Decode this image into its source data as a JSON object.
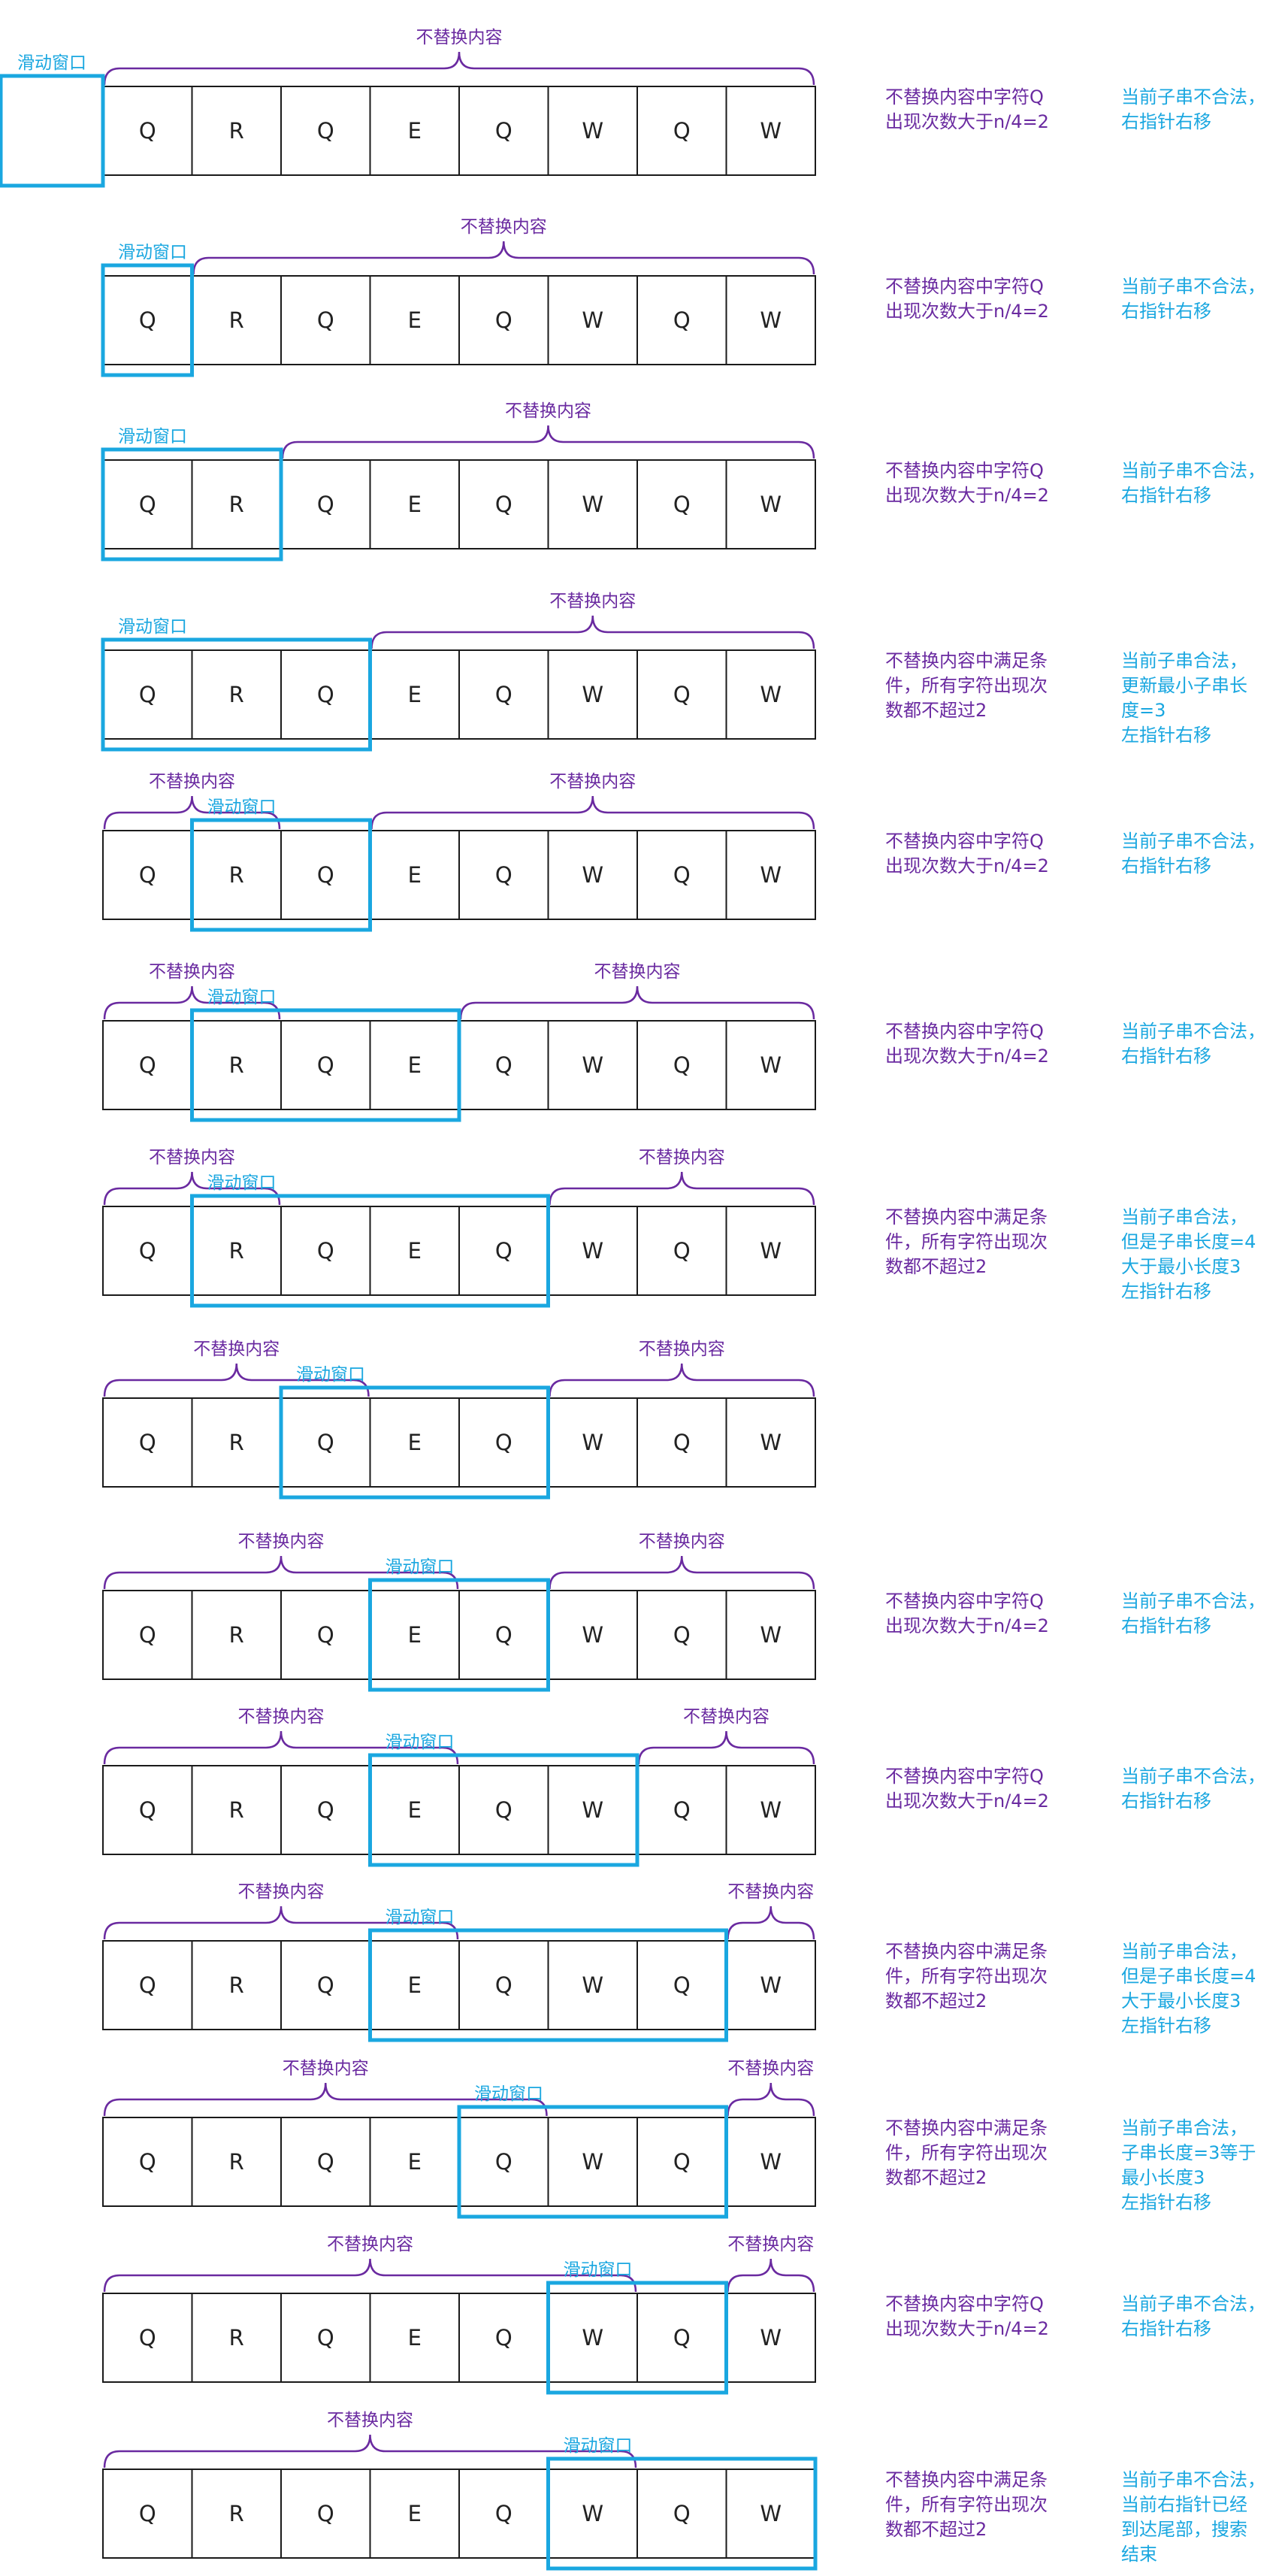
{
  "labels": {
    "keep": "不替换内容",
    "window": "滑动窗口"
  },
  "colors": {
    "brace": "#6a2aa0",
    "window": "#1aa7e0",
    "cell_border": "#1a1a1a",
    "text": "#222222"
  },
  "string": [
    "Q",
    "R",
    "Q",
    "E",
    "Q",
    "W",
    "Q",
    "W"
  ],
  "steps": [
    {
      "window": [
        0,
        0
      ],
      "braces": [
        [
          0,
          7
        ]
      ],
      "note_left": [
        "不替换内容中字符Q",
        "出现次数大于n/4=2"
      ],
      "note_right": [
        "当前子串不合法，",
        "右指针右移"
      ]
    },
    {
      "window": [
        0,
        1
      ],
      "braces": [
        [
          1,
          7
        ]
      ],
      "note_left": [
        "不替换内容中字符Q",
        "出现次数大于n/4=2"
      ],
      "note_right": [
        "当前子串不合法，",
        "右指针右移"
      ]
    },
    {
      "window": [
        0,
        2
      ],
      "braces": [
        [
          2,
          7
        ]
      ],
      "note_left": [
        "不替换内容中字符Q",
        "出现次数大于n/4=2"
      ],
      "note_right": [
        "当前子串不合法，",
        "右指针右移"
      ]
    },
    {
      "window": [
        0,
        3
      ],
      "braces": [
        [
          3,
          7
        ]
      ],
      "note_left": [
        "不替换内容中满足条",
        "件，所有字符出现次",
        "数都不超过2"
      ],
      "note_right": [
        "当前子串合法，",
        "更新最小子串长",
        "度=3",
        "左指针右移"
      ]
    },
    {
      "window": [
        1,
        3
      ],
      "braces": [
        [
          0,
          1
        ],
        [
          3,
          7
        ]
      ],
      "note_left": [
        "不替换内容中字符Q",
        "出现次数大于n/4=2"
      ],
      "note_right": [
        "当前子串不合法，",
        "右指针右移"
      ]
    },
    {
      "window": [
        1,
        4
      ],
      "braces": [
        [
          0,
          1
        ],
        [
          4,
          7
        ]
      ],
      "note_left": [
        "不替换内容中字符Q",
        "出现次数大于n/4=2"
      ],
      "note_right": [
        "当前子串不合法，",
        "右指针右移"
      ]
    },
    {
      "window": [
        1,
        5
      ],
      "braces": [
        [
          0,
          1
        ],
        [
          5,
          7
        ]
      ],
      "note_left": [
        "不替换内容中满足条",
        "件，所有字符出现次",
        "数都不超过2"
      ],
      "note_right": [
        "当前子串合法，",
        "但是子串长度=4",
        "大于最小长度3",
        "左指针右移"
      ]
    },
    {
      "window": [
        2,
        5
      ],
      "braces": [
        [
          0,
          2
        ],
        [
          5,
          7
        ]
      ],
      "note_left": [],
      "note_right": []
    },
    {
      "window": [
        3,
        5
      ],
      "braces": [
        [
          0,
          3
        ],
        [
          5,
          7
        ]
      ],
      "note_left": [
        "不替换内容中字符Q",
        "出现次数大于n/4=2"
      ],
      "note_right": [
        "当前子串不合法，",
        "右指针右移"
      ]
    },
    {
      "window": [
        3,
        6
      ],
      "braces": [
        [
          0,
          3
        ],
        [
          6,
          7
        ]
      ],
      "note_left": [
        "不替换内容中字符Q",
        "出现次数大于n/4=2"
      ],
      "note_right": [
        "当前子串不合法，",
        "右指针右移"
      ]
    },
    {
      "window": [
        3,
        7
      ],
      "braces": [
        [
          0,
          3
        ],
        [
          7,
          7
        ]
      ],
      "note_left": [
        "不替换内容中满足条",
        "件，所有字符出现次",
        "数都不超过2"
      ],
      "note_right": [
        "当前子串合法，",
        "但是子串长度=4",
        "大于最小长度3",
        "左指针右移"
      ]
    },
    {
      "window": [
        4,
        7
      ],
      "braces": [
        [
          0,
          4
        ],
        [
          7,
          7
        ]
      ],
      "note_left": [
        "不替换内容中满足条",
        "件，所有字符出现次",
        "数都不超过2"
      ],
      "note_right": [
        "当前子串合法，",
        "子串长度=3等于",
        "最小长度3",
        "左指针右移"
      ]
    },
    {
      "window": [
        5,
        7
      ],
      "braces": [
        [
          0,
          5
        ],
        [
          7,
          7
        ]
      ],
      "note_left": [
        "不替换内容中字符Q",
        "出现次数大于n/4=2"
      ],
      "note_right": [
        "当前子串不合法，",
        "右指针右移"
      ]
    },
    {
      "window": [
        5,
        8
      ],
      "braces": [
        [
          0,
          5
        ]
      ],
      "note_left": [
        "不替换内容中满足条",
        "件，所有字符出现次",
        "数都不超过2"
      ],
      "note_right": [
        "当前子串不合法，",
        "当前右指针已经",
        "到达尾部，搜索",
        "结束"
      ]
    }
  ]
}
